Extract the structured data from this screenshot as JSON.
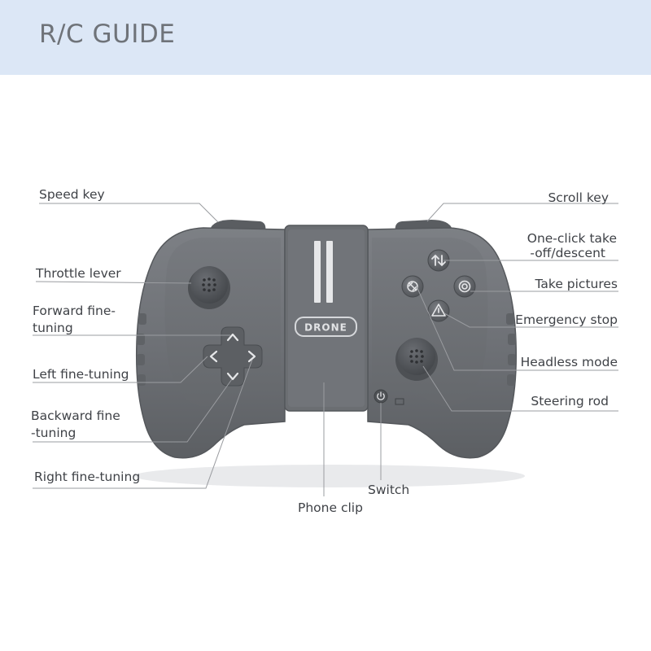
{
  "header": {
    "title": "R/C GUIDE"
  },
  "device": {
    "logo_text": "DRONE"
  },
  "labels": {
    "speed_key": "Speed key",
    "throttle_lever": "Throttle lever",
    "forward_fine_tuning_1": "Forward fine-",
    "forward_fine_tuning_2": "tuning",
    "left_fine_tuning": "Left fine-tuning",
    "backward_fine_tuning_1": "Backward fine",
    "backward_fine_tuning_2": "-tuning",
    "right_fine_tuning": "Right fine-tuning",
    "scroll_key": "Scroll key",
    "one_click_1": "One-click take",
    "one_click_2": "-off/descent",
    "take_pictures": "Take pictures",
    "emergency_stop": "Emergency stop",
    "headless_mode": "Headless mode",
    "steering_rod": "Steering rod",
    "switch": "Switch",
    "phone_clip": "Phone clip"
  },
  "icons": [
    "joystick-icon",
    "dpad-icon",
    "takeoff-icon",
    "camera-icon",
    "warning-icon",
    "headless-icon",
    "power-icon"
  ]
}
